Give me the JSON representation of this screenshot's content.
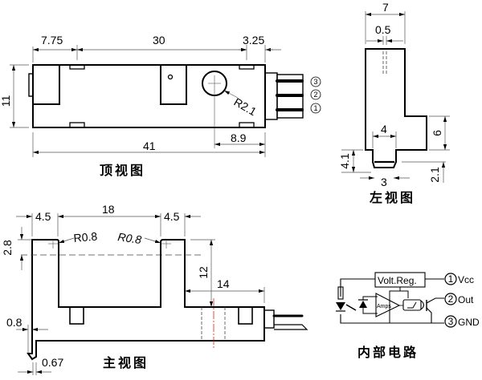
{
  "views": {
    "top": {
      "caption": "顶视图",
      "dims": {
        "left_offset": "7.75",
        "middle": "30",
        "right_offset": "3.25",
        "height": "11",
        "total_length": "41",
        "hole_offset": "8.9",
        "hole_radius": "R2.1"
      },
      "pins": [
        "3",
        "2",
        "1"
      ]
    },
    "left": {
      "caption": "左视图",
      "dims": {
        "width": "7",
        "slot": "0.5",
        "step_height": "6",
        "tab_width": "4",
        "tab_height": "4.1",
        "bottom_width": "3",
        "tip_height": "2.1"
      }
    },
    "front": {
      "caption": "主视图",
      "dims": {
        "left_wall": "4.5",
        "gap": "18",
        "right_wall": "4.5",
        "lens_depth": "2.8",
        "radius_left": "R0.8",
        "radius_right": "R0.8",
        "slot_depth": "12",
        "body_right": "14",
        "lip": "0.8",
        "hook": "0.67"
      }
    },
    "circuit": {
      "caption": "内部电路",
      "regulator_label": "Volt.Reg.",
      "amp_label": "Amps",
      "pins": [
        {
          "num": "1",
          "label": "Vcc"
        },
        {
          "num": "2",
          "label": "Out"
        },
        {
          "num": "3",
          "label": "GND"
        }
      ]
    }
  },
  "colors": {
    "line": "#000000",
    "centerline_red": "#e02020"
  }
}
